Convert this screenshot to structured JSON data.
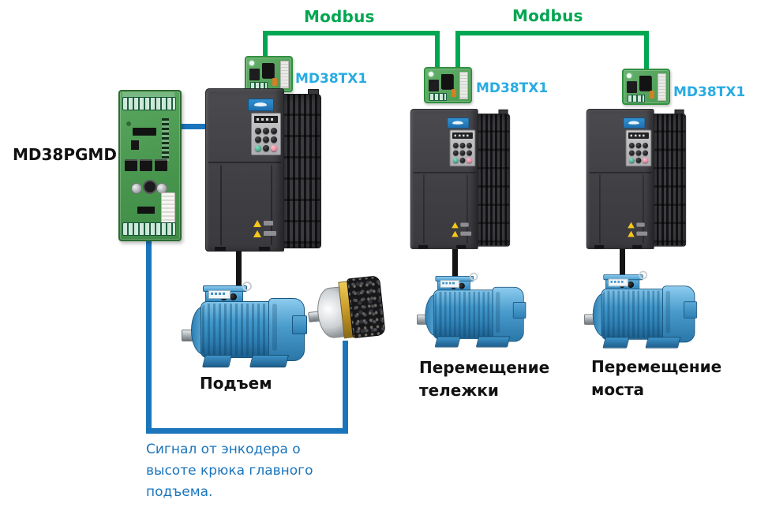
{
  "network": {
    "links": [
      {
        "label": "Modbus"
      },
      {
        "label": "Modbus"
      }
    ]
  },
  "modules": [
    {
      "label": "MD38TX1"
    },
    {
      "label": "MD38TX1"
    },
    {
      "label": "MD38TX1"
    }
  ],
  "pg_card": {
    "label": "MD38PGMD"
  },
  "motors": [
    {
      "label": "Подъем"
    },
    {
      "label": "Перемещение тележки"
    },
    {
      "label": "Перемещение моста"
    }
  ],
  "note": {
    "text": "Сигнал от энкодера о высоте крюка главного подъема."
  },
  "colors": {
    "modbus_green": "#00A651",
    "signal_blue": "#1B75BC",
    "module_label_cyan": "#29ABE2",
    "motor_blue": "#3e96cb",
    "drive_body": "#434347"
  }
}
